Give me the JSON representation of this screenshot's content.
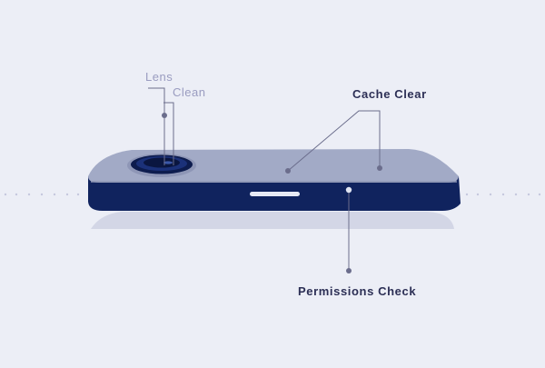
{
  "labels": {
    "lens": "Lens",
    "clean": "Clean",
    "cache_clear": "Cache Clear",
    "permissions_check": "Permissions Check"
  },
  "colors": {
    "background": "#eceef6",
    "phone_top": "#a2aac6",
    "phone_body": "#10235e",
    "shadow": "#d3d6e6",
    "leader_line": "#6b6d8c",
    "text_light": "#9a9cc0",
    "text_strong": "#2c2f55"
  }
}
